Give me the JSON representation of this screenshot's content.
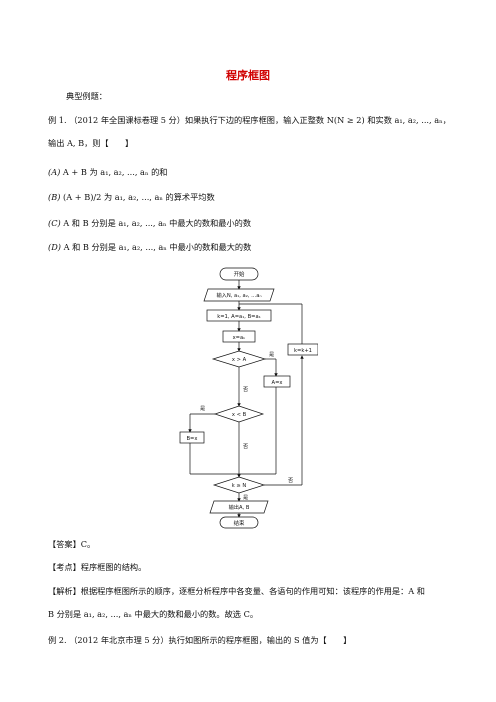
{
  "title": "程序框图",
  "intro": "典型例题：",
  "example1": {
    "line1": "例 1. （2012 年全国课标卷理 5 分）如果执行下边的程序框图，输入正整数 N(N ≥ 2) 和实数 a₁, a₂, ..., aₙ，",
    "line2": "输出 A, B，则【　　】",
    "options": [
      {
        "label": "(A)",
        "text": "A + B 为 a₁, a₂, ..., aₙ 的和"
      },
      {
        "label": "(B)",
        "text": "(A + B)/2 为 a₁, a₂, ..., aₙ 的算术平均数"
      },
      {
        "label": "(C)",
        "text": "A 和 B 分别是 a₁, a₂, ..., aₙ 中最大的数和最小的数"
      },
      {
        "label": "(D)",
        "text": "A 和 B 分别是 a₁, a₂, ..., aₙ 中最小的数和最大的数"
      }
    ]
  },
  "flowchart": {
    "start": "开始",
    "input": "输入N, a₁, a₂, …aₙ",
    "init": "k=1, A=a₁, B=a₁",
    "assign_x": "x=aₖ",
    "cond1": "x > A",
    "set_a": "A=x",
    "inc_k": "k=k+1",
    "cond2": "x < B",
    "set_b": "B=x",
    "cond3": "k ≥ N",
    "output": "输出A, B",
    "end": "结束",
    "yes": "是",
    "no": "否"
  },
  "answer": "【答案】C。",
  "point": "【考点】程序框图的结构。",
  "analysis_line1": "【解析】根据程序框图所示的顺序，逐框分析程序中各变量、各语句的作用可知：该程序的作用是：A 和",
  "analysis_line2": "B 分别是 a₁, a₂, ..., aₙ 中最大的数和最小的数。故选 C。",
  "example2": "例 2. （2012 年北京市理 5 分）执行如图所示的程序框图，输出的 S 值为【　　】"
}
